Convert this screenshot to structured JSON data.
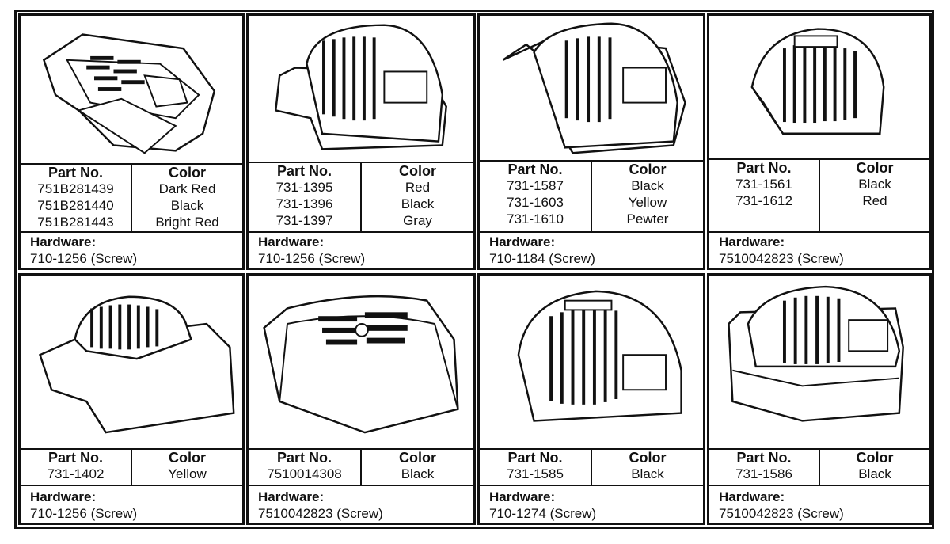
{
  "cells": [
    {
      "parts": [
        "751B281439",
        "751B281440",
        "751B281443"
      ],
      "colors": [
        "Dark Red",
        "Black",
        "Bright Red"
      ],
      "hardware": "710-1256 (Screw)"
    },
    {
      "parts": [
        "731-1395",
        "731-1396",
        "731-1397"
      ],
      "colors": [
        "Red",
        "Black",
        "Gray"
      ],
      "hardware": "710-1256 (Screw)"
    },
    {
      "parts": [
        "731-1587",
        "731-1603",
        "731-1610"
      ],
      "colors": [
        "Black",
        "Yellow",
        "Pewter"
      ],
      "hardware": "710-1184 (Screw)"
    },
    {
      "parts": [
        "731-1561",
        "731-1612"
      ],
      "colors": [
        "Black",
        "Red"
      ],
      "hardware": "7510042823 (Screw)"
    },
    {
      "parts": [
        "731-1402"
      ],
      "colors": [
        "Yellow"
      ],
      "hardware": "710-1256 (Screw)"
    },
    {
      "parts": [
        "7510014308"
      ],
      "colors": [
        "Black"
      ],
      "hardware": "7510042823 (Screw)"
    },
    {
      "parts": [
        "731-1585"
      ],
      "colors": [
        "Black"
      ],
      "hardware": "710-1274 (Screw)"
    },
    {
      "parts": [
        "731-1586"
      ],
      "colors": [
        "Black"
      ],
      "hardware": "7510042823 (Screw)"
    }
  ],
  "labels": {
    "part_no": "Part No.",
    "color": "Color",
    "hardware": "Hardware:"
  }
}
